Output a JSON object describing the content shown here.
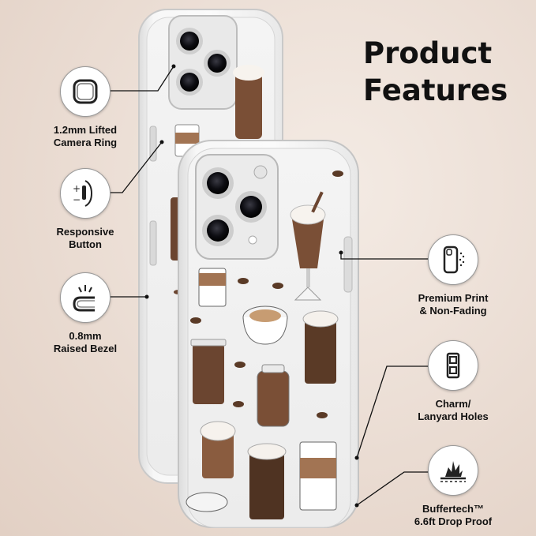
{
  "title": {
    "line1": "Product",
    "line2": "Features"
  },
  "features": [
    {
      "id": "camera-ring",
      "icon": "camera-ring-icon",
      "line1": "1.2mm Lifted",
      "line2": "Camera Ring"
    },
    {
      "id": "button",
      "icon": "responsive-button-icon",
      "line1": "Responsive",
      "line2": "Button"
    },
    {
      "id": "bezel",
      "icon": "raised-bezel-icon",
      "line1": "0.8mm",
      "line2": "Raised Bezel"
    },
    {
      "id": "print",
      "icon": "phone-print-icon",
      "line1": "Premium Print",
      "line2": "& Non-Fading"
    },
    {
      "id": "holes",
      "icon": "lanyard-holes-icon",
      "line1": "Charm/",
      "line2": "Lanyard Holes"
    },
    {
      "id": "drop",
      "icon": "drop-proof-icon",
      "line1": "Buffertech™",
      "line2": "6.6ft Drop Proof"
    }
  ],
  "colors": {
    "accent_brown": "#6b4530",
    "text": "#111111",
    "case_edge": "#f2f2f2"
  }
}
